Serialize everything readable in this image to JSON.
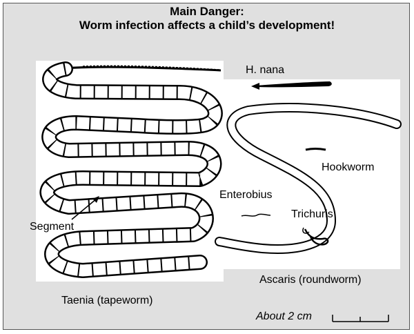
{
  "title": {
    "line1": "Main Danger:",
    "line2": "Worm infection affects a child’s development!"
  },
  "labels": {
    "h_nana": "H. nana",
    "hookworm": "Hookworm",
    "enterobius": "Enterobius",
    "trichuris": "Trichuris",
    "segment": "Segment",
    "ascaris": "Ascaris (roundworm)",
    "taenia": "Taenia (tapeworm)",
    "scale": "About 2 cm"
  },
  "colors": {
    "panel_background": "#e0e0e0",
    "illustration_background": "#ffffff",
    "ink": "#000000"
  }
}
